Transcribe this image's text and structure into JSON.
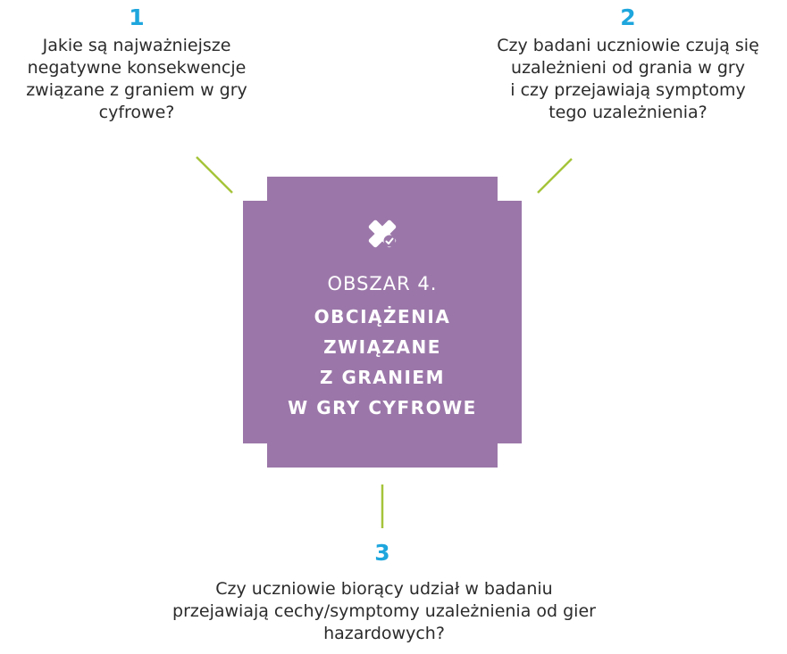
{
  "questions": [
    {
      "number": "1",
      "text": "Jakie są najważniejsze\nnegatywne konsekwencje\nzwiązane z graniem w gry\ncyfrowe?"
    },
    {
      "number": "2",
      "text": "Czy badani uczniowie czują się\nuzależnieni od grania w gry\ni czy przejawiają symptomy\ntego uzależnienia?"
    },
    {
      "number": "3",
      "text": "Czy uczniowie biorący udział w badaniu\nprzejawiają cechy/symptomy uzależnienia od gier\nhazardowych?"
    }
  ],
  "center": {
    "area_label": "OBSZAR 4.",
    "title": "OBCIĄŻENIA\nZWIĄZANE\nZ GRANIEM\nW GRY CYFROWE",
    "icon": "puzzle-cross-icon"
  },
  "colors": {
    "box": "#9b77a9",
    "number": "#1ea6dd",
    "connector": "#a5c43a",
    "text": "#2b2b2b"
  }
}
